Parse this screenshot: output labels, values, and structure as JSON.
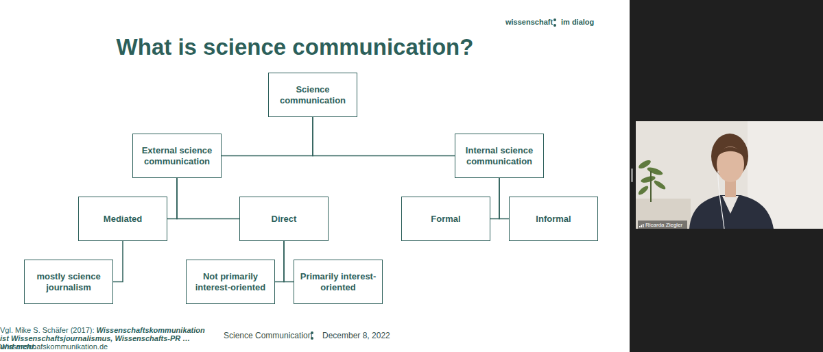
{
  "diagram": {
    "title": "What is science communication?",
    "nodes": [
      {
        "text": [
          "Science communication"
        ]
      },
      {
        "text": [
          "External science communication"
        ]
      },
      {
        "text": [
          "Internal science communication"
        ]
      },
      {
        "text": [
          "Mediated"
        ]
      },
      {
        "text": [
          "Direct"
        ]
      },
      {
        "text": [
          "Formal"
        ]
      },
      {
        "text": [
          "Informal"
        ]
      },
      {
        "text": [
          "mostly science journalism"
        ]
      },
      {
        "text": [
          "Not primarily interest-oriented"
        ]
      },
      {
        "text": [
          "Primarily interest-oriented"
        ]
      }
    ],
    "edges": [
      {
        "from": 0,
        "to": 1,
        "arrow": "none"
      },
      {
        "from": 0,
        "to": 2,
        "arrow": "none"
      },
      {
        "from": 1,
        "to": 3,
        "arrow": "none"
      },
      {
        "from": 1,
        "to": 4,
        "arrow": "none"
      },
      {
        "from": 2,
        "to": 5,
        "arrow": "none"
      },
      {
        "from": 2,
        "to": 6,
        "arrow": "none"
      },
      {
        "from": 3,
        "to": 7,
        "arrow": "none"
      },
      {
        "from": 4,
        "to": 8,
        "arrow": "none"
      },
      {
        "from": 4,
        "to": 9,
        "arrow": "none"
      }
    ],
    "labels": [
      "wissenschaft",
      "im dialog",
      "Vgl. Mike S. Schäfer (2017):",
      "Wissenschaftskommunikation ist Wissenschaftsjournalismus, Wissenschafts-PR … und mehr.",
      "Wissenschafskommunikation.de",
      "Science Communication",
      "December 8, 2022",
      "Ricarda Ziegler"
    ]
  }
}
